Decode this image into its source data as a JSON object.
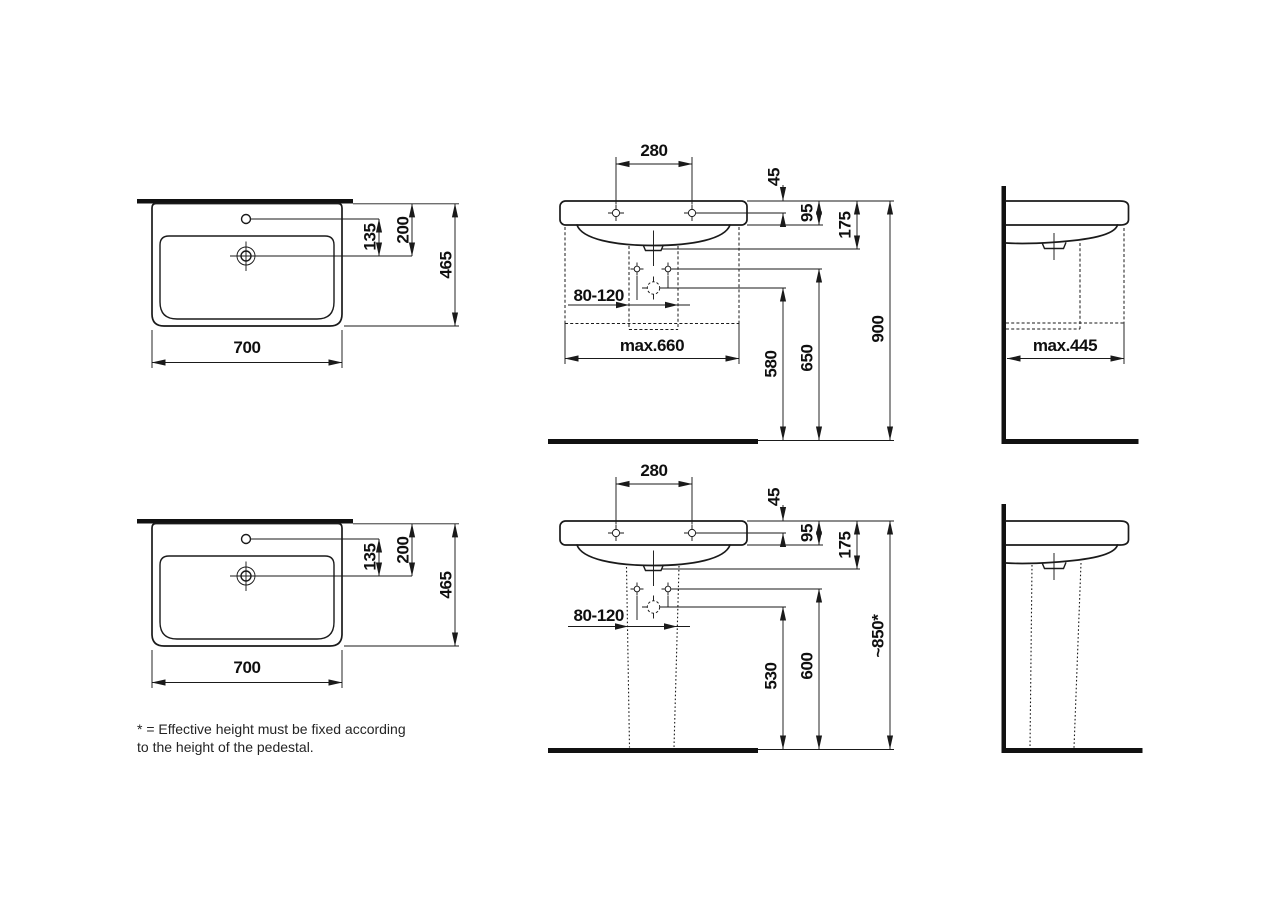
{
  "footnote": {
    "line1": "* = Effective height must be fixed according",
    "line2": "to the height of the pedestal."
  },
  "colors": {
    "line": "#1a1a1a",
    "background": "#ffffff"
  },
  "views": {
    "plan_top": {
      "width": "700",
      "depth": "465",
      "tap_to_drain": "135",
      "edge_to_drain": "200"
    },
    "plan_bottom": {
      "width": "700",
      "depth": "465",
      "tap_to_drain": "135",
      "edge_to_drain": "200"
    },
    "front_top": {
      "tap_hole_spacing": "280",
      "rim_to_fixing_holes": "45",
      "rim_thickness": "95",
      "rim_to_overflow": "175",
      "drain_offset_range": "80-120",
      "max_install_width": "max.660",
      "drain_height": "580",
      "fixing_holes_height": "650",
      "rim_height": "900"
    },
    "front_bottom": {
      "tap_hole_spacing": "280",
      "rim_to_fixing_holes": "45",
      "rim_thickness": "95",
      "rim_to_overflow": "175",
      "drain_offset_range": "80-120",
      "drain_height": "530",
      "fixing_holes_height": "600",
      "rim_height": "~850*"
    },
    "side_top": {
      "max_install_depth": "max.445"
    },
    "side_bottom": {}
  }
}
